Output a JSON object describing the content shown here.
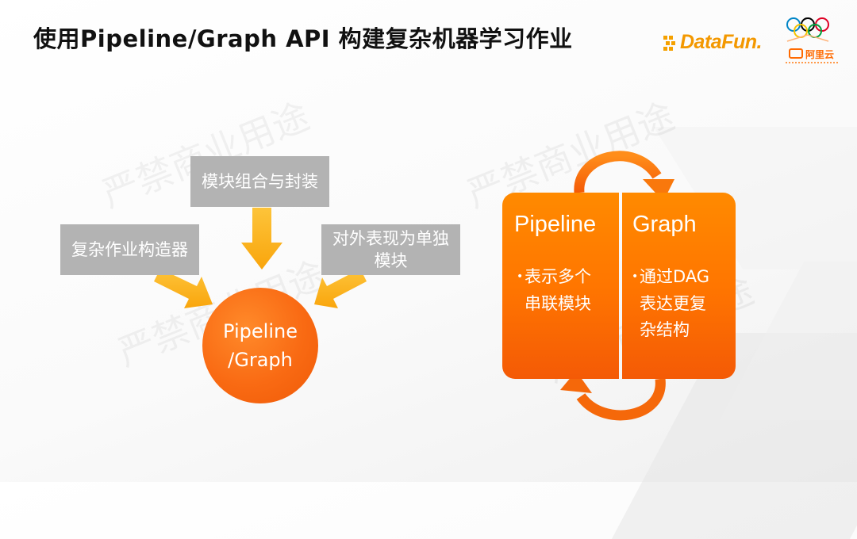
{
  "title": "使用Pipeline/Graph API 构建复杂机器学习作业",
  "logos": {
    "datafun": "DataFun.",
    "aliyun": "阿里云"
  },
  "watermark": "严禁商业用途",
  "diagram": {
    "boxes": {
      "top": "模块组合与封装",
      "left": "复杂作业构造器",
      "right_line1": "对外表现为单独",
      "right_line2": "模块"
    },
    "center": {
      "line1": "Pipeline",
      "line2": "/Graph"
    },
    "pipeline": {
      "title": "Pipeline",
      "bullet": "•",
      "line1": "表示多个",
      "line2": "串联模块"
    },
    "graph": {
      "title": "Graph",
      "bullet": "•",
      "line1": "通过DAG",
      "line2": "表达更复",
      "line3": "杂结构"
    }
  },
  "colors": {
    "orange": "#ff7a00",
    "arrow_yellow": "#fbb313",
    "gray_box": "#b3b3b3",
    "datafun": "#f39800",
    "aliyun": "#ff6a00"
  }
}
